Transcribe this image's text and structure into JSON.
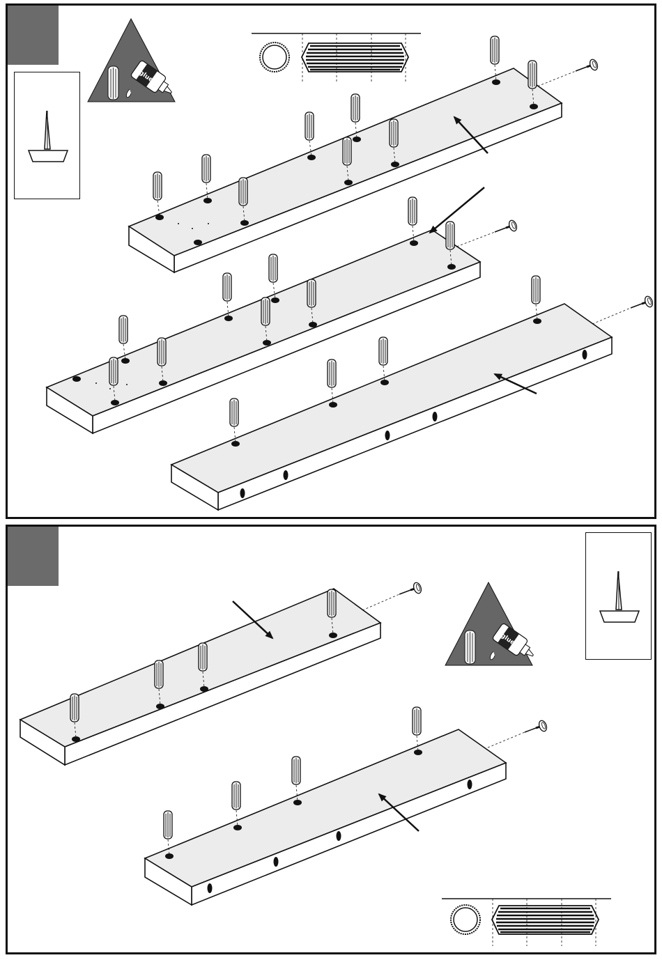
{
  "panels": [
    {
      "id": "step-1",
      "label": ""
    },
    {
      "id": "step-2",
      "label": ""
    }
  ],
  "glue_label": "glue",
  "icons": [
    "glue-bottle-icon",
    "dowel-icon",
    "nail-icon",
    "hammer-icon",
    "arrow-icon"
  ],
  "colors": {
    "step_box": "#6b6b6b",
    "board_fill": "#ececec",
    "outline": "#111111",
    "warning_triangle": "#666666"
  }
}
